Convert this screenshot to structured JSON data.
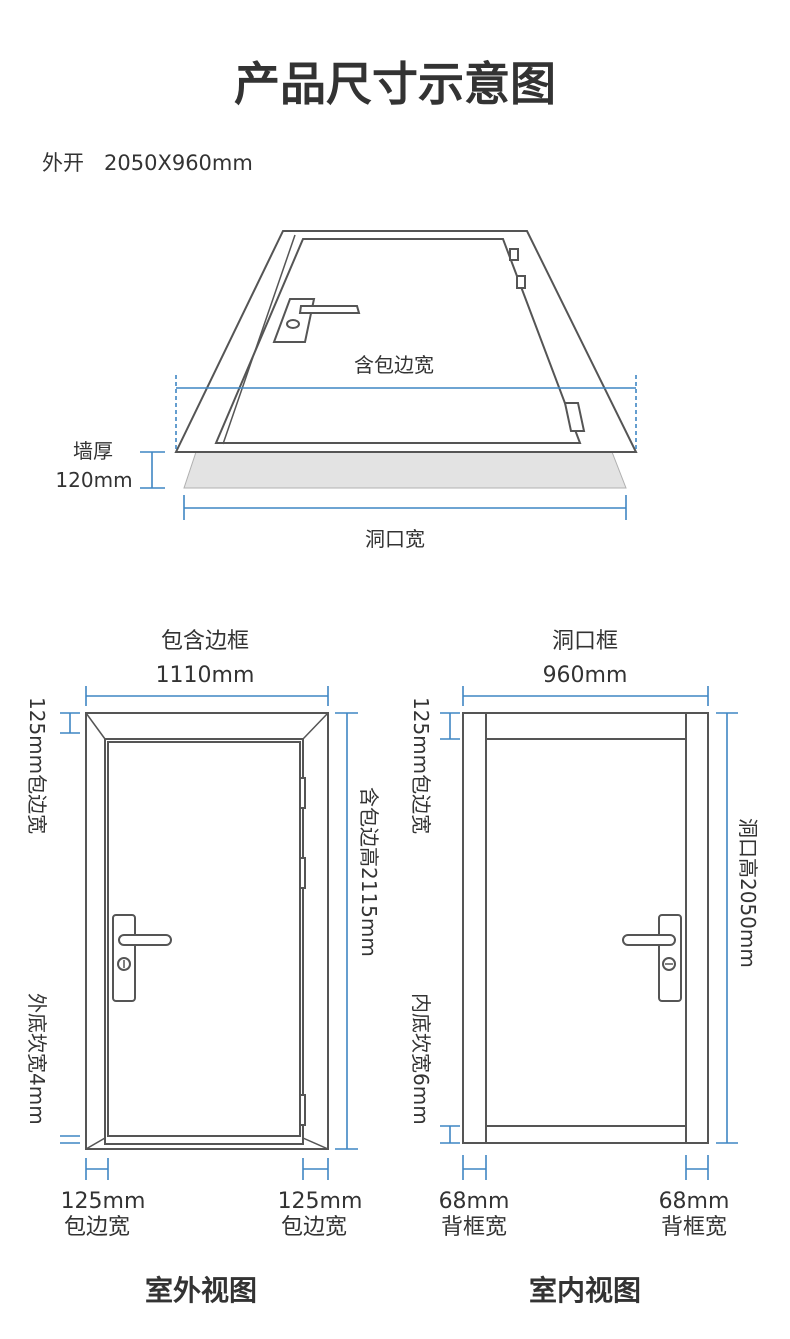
{
  "title": "产品尺寸示意图",
  "subtitle": {
    "opening": "外开",
    "size": "2050X960mm"
  },
  "perspective": {
    "label_trim_width": "含包边宽",
    "label_wall_thickness": "墙厚",
    "label_wall_value": "120mm",
    "label_opening_width": "洞口宽"
  },
  "exterior_view": {
    "top_label": "包含边框",
    "top_value": "1110mm",
    "left_top": "125mm包边宽",
    "left_bottom": "外底坎宽4mm",
    "right": "含包边高2115mm",
    "bottom_left_value": "125mm",
    "bottom_left_label": "包边宽",
    "bottom_right_value": "125mm",
    "bottom_right_label": "包边宽",
    "caption": "室外视图"
  },
  "interior_view": {
    "top_label": "洞口框",
    "top_value": "960mm",
    "left_top": "125mm包边宽",
    "left_bottom": "内底坎宽6mm",
    "right": "洞口高2050mm",
    "bottom_left_value": "68mm",
    "bottom_left_label": "背框宽",
    "bottom_right_value": "68mm",
    "bottom_right_label": "背框宽",
    "caption": "室内视图"
  },
  "colors": {
    "dimension": "#3f86c3",
    "outline": "#555555",
    "text": "#333333",
    "wall": "#e3e3e3"
  }
}
